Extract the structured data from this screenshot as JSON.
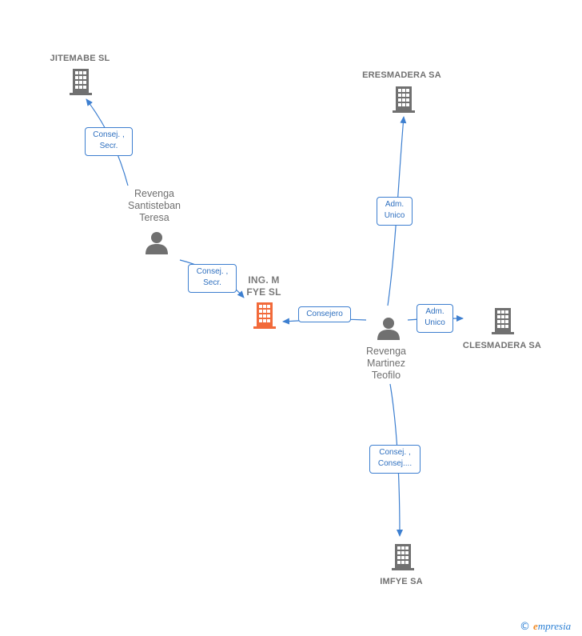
{
  "nodes": {
    "jitemabe": {
      "label": "JITEMABE  SL"
    },
    "eresmadera": {
      "label": "ERESMADERA SA"
    },
    "ingmfye": {
      "label_line1": "ING.  M",
      "label_line2": "FYE  SL"
    },
    "clesmadera": {
      "label": "CLESMADERA SA"
    },
    "imfye": {
      "label": "IMFYE SA"
    },
    "santisteban": {
      "line1": "Revenga",
      "line2": "Santisteban",
      "line3": "Teresa"
    },
    "teofilo": {
      "line1": "Revenga",
      "line2": "Martinez",
      "line3": "Teofilo"
    }
  },
  "edges": {
    "santisteban_jitemabe": {
      "line1": "Consej. ,",
      "line2": "Secr."
    },
    "santisteban_ingmfye": {
      "line1": "Consej. ,",
      "line2": "Secr."
    },
    "teofilo_ingmfye": {
      "line1": "Consejero"
    },
    "teofilo_eresmadera": {
      "line1": "Adm.",
      "line2": "Unico"
    },
    "teofilo_clesmadera": {
      "line1": "Adm.",
      "line2": "Unico"
    },
    "teofilo_imfye": {
      "line1": "Consej. ,",
      "line2": "Consej...."
    }
  },
  "colors": {
    "edge": "#3d7fd0",
    "company_icon": "#707070",
    "focus_company_icon": "#f26a3a",
    "person_icon": "#707070"
  },
  "footer": {
    "copyright_symbol": "©",
    "brand_first": "e",
    "brand_rest": "mpresia"
  }
}
